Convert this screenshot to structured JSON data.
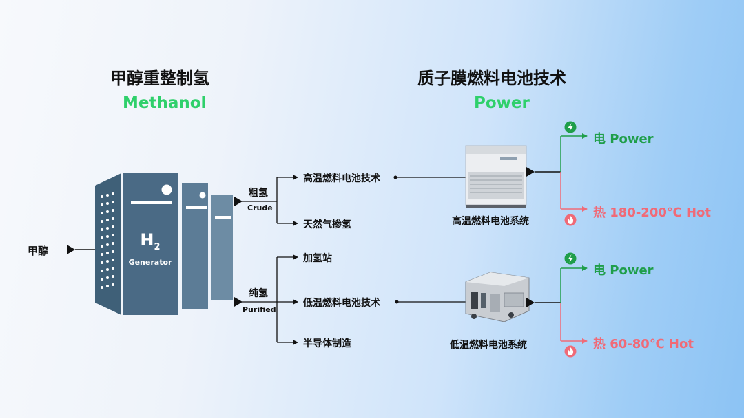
{
  "left": {
    "title": "甲醇重整制氢",
    "subtitle": "Methanol"
  },
  "right": {
    "title": "质子膜燃料电池技术",
    "subtitle": "Power"
  },
  "input": {
    "label": "甲醇"
  },
  "generator": {
    "h": "H",
    "sub": "2",
    "name": "Generator"
  },
  "crude": {
    "cn": "粗氢",
    "en": "Crude",
    "branches": [
      "高温燃料电池技术",
      "天然气掺氢"
    ]
  },
  "purified": {
    "cn": "纯氢",
    "en": "Purified",
    "branches": [
      "加氢站",
      "低温燃料电池技术",
      "半导体制造"
    ]
  },
  "systems": {
    "high": "高温燃料电池系统",
    "low": "低温燃料电池系统"
  },
  "outputs": {
    "high_power": "电 Power",
    "high_hot": "热 180-200℃ Hot",
    "low_power": "电 Power",
    "low_hot": "热 60-80℃ Hot"
  },
  "colors": {
    "accent_green": "#2fd06b",
    "power_green": "#1f9e4a",
    "hot_red": "#f06a77",
    "machine": "#4a6a85"
  }
}
